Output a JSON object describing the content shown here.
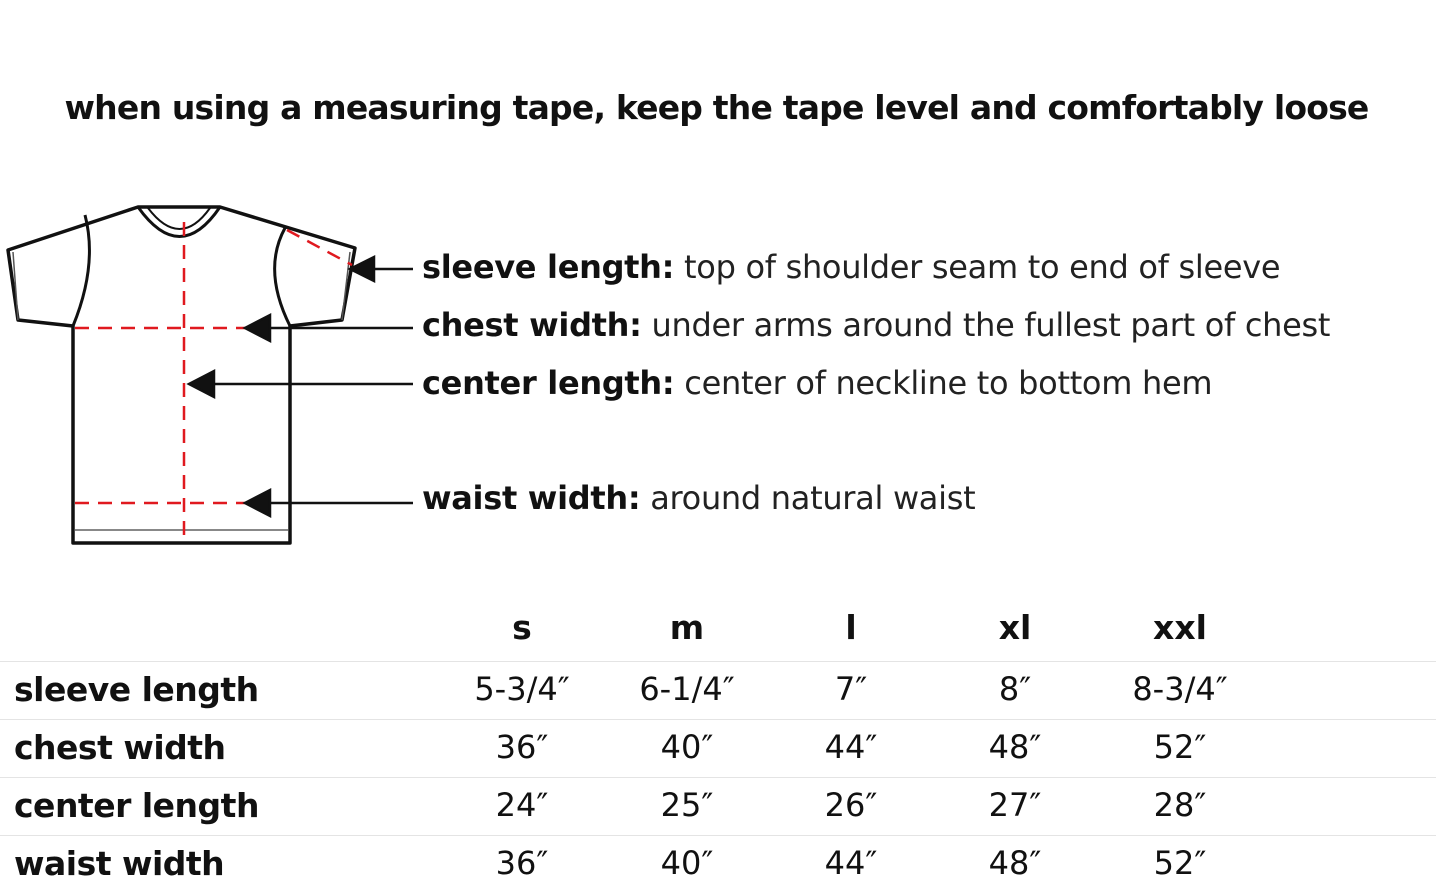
{
  "headline": "when using a measuring tape,  keep the tape level and comfortably loose",
  "callouts": [
    {
      "term": "sleeve length:",
      "description": "top of shoulder seam to end of sleeve"
    },
    {
      "term": "chest width:",
      "description": "under arms around the fullest part of chest"
    },
    {
      "term": "center length:",
      "description": "center of neckline to bottom hem"
    },
    {
      "term": "waist width:",
      "description": "around natural waist"
    }
  ],
  "size_table": {
    "sizes": [
      "s",
      "m",
      "l",
      "xl",
      "xxl"
    ],
    "rows": [
      {
        "label": "sleeve length",
        "values": [
          "5-3/4″",
          "6-1/4″",
          "7″",
          "8″",
          "8-3/4″"
        ]
      },
      {
        "label": "chest width",
        "values": [
          "36″",
          "40″",
          "44″",
          "48″",
          "52″"
        ]
      },
      {
        "label": "center length",
        "values": [
          "24″",
          "25″",
          "26″",
          "27″",
          "28″"
        ]
      },
      {
        "label": "waist width",
        "values": [
          "36″",
          "40″",
          "44″",
          "48″",
          "52″"
        ]
      }
    ]
  },
  "colors": {
    "measure_line": "#e0191f",
    "outline": "#111111"
  }
}
